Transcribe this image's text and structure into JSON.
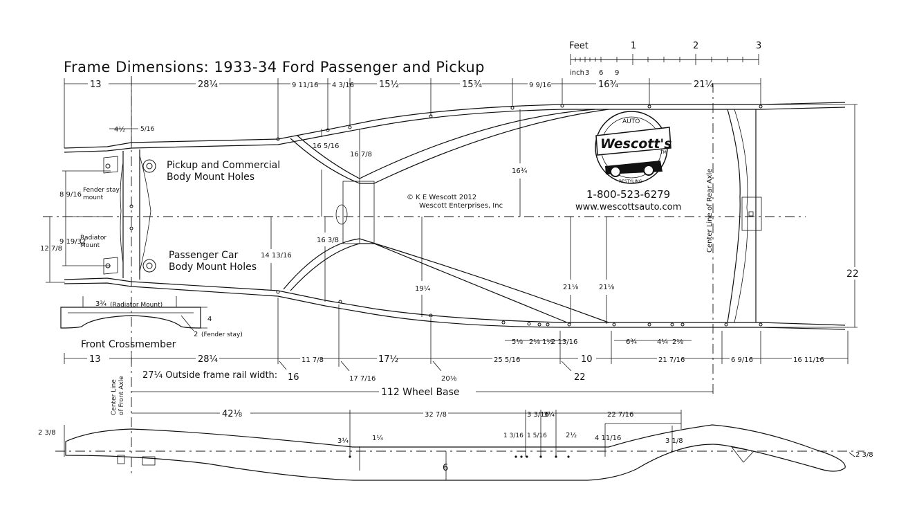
{
  "title": "Frame Dimensions: 1933-34 Ford Passenger and Pickup",
  "scale": {
    "feet_label": "Feet",
    "feet_ticks": [
      "1",
      "2",
      "3"
    ],
    "inch_label": "inch",
    "inch_ticks": [
      "3",
      "6",
      "9"
    ]
  },
  "copyright": {
    "line1": "© K E Wescott 2012",
    "line2": "Wescott Enterprises, Inc"
  },
  "contact": {
    "phone": "1-800-523-6279",
    "web": "www.wescottsauto.com"
  },
  "logo": {
    "top": "AUTO",
    "name": "Wescott's",
    "bottom": "RESTYLING",
    "tm": "TM"
  },
  "labels": {
    "pickup_mount": [
      "Pickup and Commercial",
      "Body Mount Holes"
    ],
    "passenger_mount": [
      "Passenger Car",
      "Body Mount Holes"
    ],
    "front_crossmember": "Front Crossmember",
    "radiator_mount": "(Radiator Mount)",
    "fender_stay": "(Fender stay)",
    "fender_stay_mount": [
      "Fender stay",
      "mount"
    ],
    "radiator_mount_side": [
      "Radiator",
      "Mount"
    ],
    "outside_width": "27¼ Outside frame rail width:",
    "center_front_axle": [
      "Center Line",
      "of Front Axle"
    ],
    "center_rear_axle": "Center Line of Rear Axle",
    "wheel_base": "112 Wheel Base"
  },
  "top_dims": [
    "13",
    "28¼",
    "9 11/16",
    "4 3/16",
    "15½",
    "15¾",
    "9 9/16",
    "16¾",
    "21¼"
  ],
  "small_dims": [
    "4½",
    "5/16",
    "16 5/16",
    "16 7/8",
    "16¾",
    "16 3/8",
    "14 13/16",
    "19¼",
    "21⅛",
    "21⅛",
    "22",
    "8 9/16",
    "9 19/32",
    "12 7/8",
    "3¾",
    "4",
    "2"
  ],
  "bottom_dims": [
    "13",
    "28¼",
    "11 7/8",
    "17½",
    "25 5/16",
    "10",
    "21 7/16",
    "6 9/16",
    "16 11/16",
    "16",
    "17 7/16",
    "20⅛",
    "22"
  ],
  "bottom_small_dims": [
    "5⅛",
    "2⅛",
    "1½",
    "2 13/16",
    "6¾",
    "4¼",
    "2⅛"
  ],
  "side_dims": [
    "42⅛",
    "32 7/8",
    "3 3/16",
    "3¼",
    "22 7/16",
    "2 3/8",
    "3¼",
    "1¼",
    "1 3/16",
    "1 5/16",
    "2½",
    "4 11/16",
    "3 1/8",
    "6",
    "2 3/8"
  ]
}
